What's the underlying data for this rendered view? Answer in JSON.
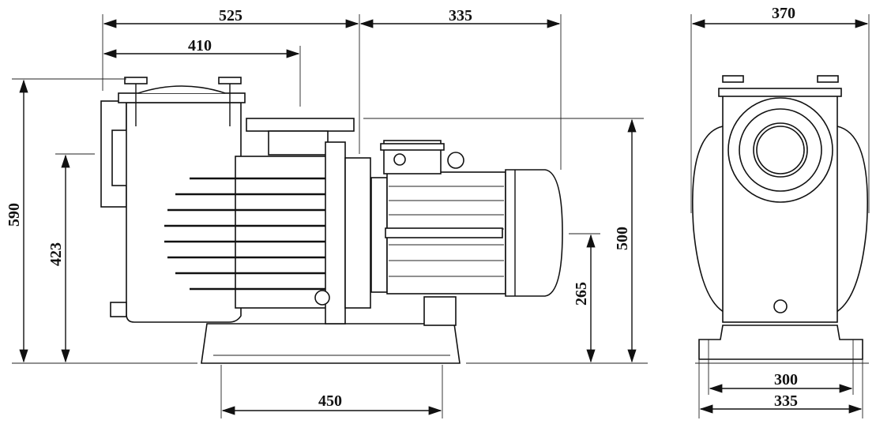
{
  "drawing": {
    "side_view": {
      "overall_length_top": "525",
      "motor_length_top": "335",
      "strainer_to_outlet": "410",
      "overall_height": "590",
      "inlet_height": "423",
      "outlet_height": "500",
      "shaft_height": "265",
      "base_length": "450"
    },
    "front_view": {
      "overall_width": "370",
      "base_mount_width": "300",
      "base_width": "335"
    }
  },
  "colors": {
    "line": "#111111",
    "background": "#ffffff"
  }
}
